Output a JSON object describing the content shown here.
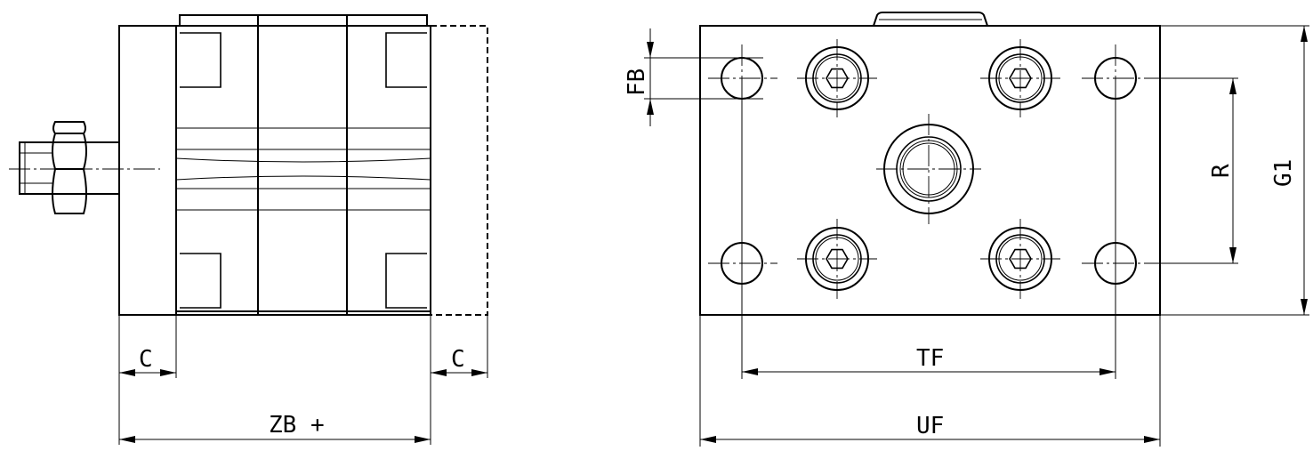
{
  "dimensions": {
    "c_left": "C",
    "c_right": "C",
    "zb": "ZB +",
    "fb": "FB",
    "r": "R",
    "g1": "G1",
    "tf": "TF",
    "uf": "UF"
  }
}
